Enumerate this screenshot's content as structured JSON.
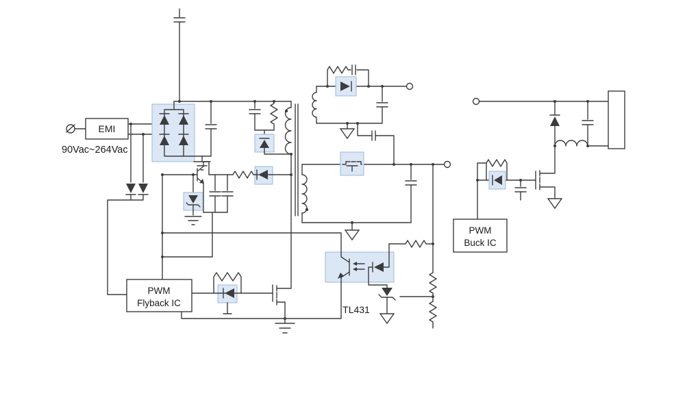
{
  "diagram": {
    "type": "power-supply-schematic",
    "labels": {
      "emi": "EMI",
      "input_range": "90Vac~264Vac",
      "tl431": "TL431"
    },
    "ics": {
      "flyback": {
        "line1": "PWM",
        "line2": "Flyback IC"
      },
      "buck": {
        "line1": "PWM",
        "line2": "Buck IC"
      }
    }
  },
  "colors": {
    "wire": "#3c3c3c",
    "text": "#1a1a1a",
    "highlight_fill": "#dbe7f5",
    "highlight_stroke": "#9db8d6"
  }
}
